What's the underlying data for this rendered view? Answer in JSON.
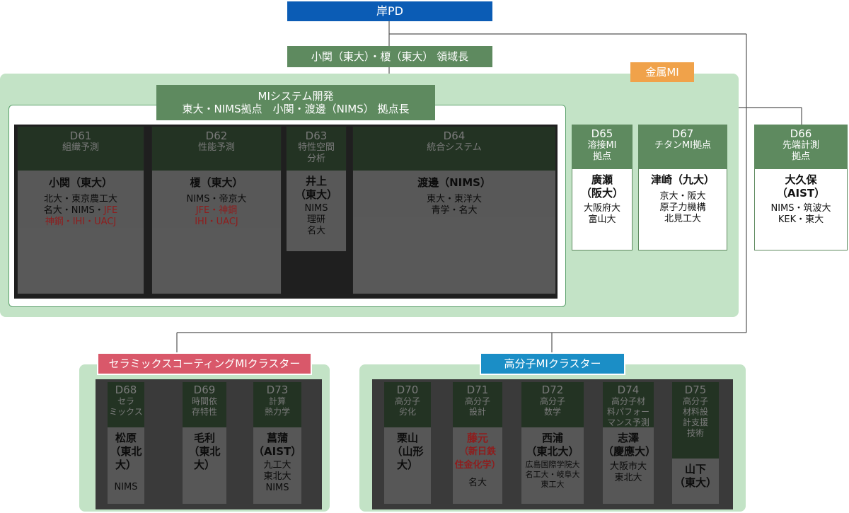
{
  "top": {
    "label": "岸PD"
  },
  "lead": {
    "label": "小関（東大）・榎（東大） 領域長"
  },
  "metal": {
    "label": "金属MI",
    "system": {
      "line1": "MIシステム開発",
      "line2": "東大・NIMS拠点　小関・渡邊（NIMS） 拠点長"
    },
    "inner": [
      {
        "code": "D61",
        "title": "組織予測",
        "leader": "小関（東大）",
        "members": [
          "北大・東京農工大",
          "名大・NIMS・",
          "神鋼・IHI・UACJ"
        ],
        "members_red": [
          "JFE"
        ]
      },
      {
        "code": "D62",
        "title": "性能予測",
        "leader": "榎（東大）",
        "members": [
          "NIMS・帝京大"
        ],
        "members_red": [
          "JFE・神鋼",
          "IHI・UACJ"
        ]
      },
      {
        "code": "D63",
        "title": [
          "特性空間",
          "分析"
        ],
        "leader": [
          "井上",
          "（東大）"
        ],
        "members": [
          "NIMS",
          "理研",
          "名大"
        ]
      },
      {
        "code": "D64",
        "title": "統合システム",
        "leader": "渡邊（NIMS）",
        "members": [
          "東大・東洋大",
          "青学・名大"
        ]
      }
    ],
    "outer": [
      {
        "code": "D65",
        "title": [
          "溶接MI",
          "拠点"
        ],
        "leader": [
          "廣瀬",
          "（阪大）"
        ],
        "members": [
          "大阪府大",
          "富山大"
        ]
      },
      {
        "code": "D67",
        "title": [
          "チタンMI拠点"
        ],
        "leader": [
          "津崎（九大）"
        ],
        "members": [
          "京大・阪大",
          "原子力機構",
          "北見工大"
        ]
      },
      {
        "code": "D66",
        "title": [
          "先端計測",
          "拠点"
        ],
        "leader": [
          "大久保",
          "（AIST）"
        ],
        "members": [
          "NIMS・筑波大",
          "KEK・東大"
        ]
      }
    ]
  },
  "ceramic": {
    "label": "セラミックスコーティングMIクラスター",
    "cols": [
      {
        "code": "D68",
        "title": [
          "セラ",
          "ミックス"
        ],
        "leader": [
          "松原",
          "（東北大）"
        ],
        "members": [
          "NIMS"
        ]
      },
      {
        "code": "D69",
        "title": [
          "時間依",
          "存特性"
        ],
        "leader": [
          "毛利",
          "（東北大）"
        ],
        "members": []
      },
      {
        "code": "D73",
        "title": [
          "計算",
          "熱力学"
        ],
        "leader": [
          "菖蒲",
          "（AIST）"
        ],
        "members": [
          "九工大",
          "東北大",
          "NIMS"
        ]
      }
    ]
  },
  "polymer": {
    "label": "高分子MIクラスター",
    "cols": [
      {
        "code": "D70",
        "title": [
          "高分子",
          "劣化"
        ],
        "leader": [
          "栗山",
          "（山形大）"
        ],
        "members": []
      },
      {
        "code": "D71",
        "title": [
          "高分子",
          "設計"
        ],
        "leader": [
          "藤元",
          "（新日鉄",
          "住金化学）"
        ],
        "members": [
          "名大"
        ],
        "red": true
      },
      {
        "code": "D72",
        "title": [
          "高分子",
          "数学"
        ],
        "leader": [
          "西浦",
          "（東北大）"
        ],
        "members": [
          "広島国際学院大",
          "名工大・岐阜大",
          "東工大"
        ]
      },
      {
        "code": "D74",
        "title": [
          "高分子材",
          "料パフォー",
          "マンス予測"
        ],
        "leader": [
          "志澤",
          "（慶應大）"
        ],
        "members": [
          "大阪市大",
          "東北大"
        ]
      },
      {
        "code": "D75",
        "title": [
          "高分子",
          "材料設",
          "計支援",
          "技術"
        ],
        "leader": [
          "山下",
          "（東大）"
        ],
        "members": []
      }
    ]
  },
  "colors": {
    "blue": "#0b5cb5",
    "green": "#5e8a5f",
    "orange": "#f0a24a",
    "red": "#d9586a",
    "cyan": "#1b8ec6",
    "panel": "#c3e3c6",
    "redtext": "#8e1d1d"
  }
}
